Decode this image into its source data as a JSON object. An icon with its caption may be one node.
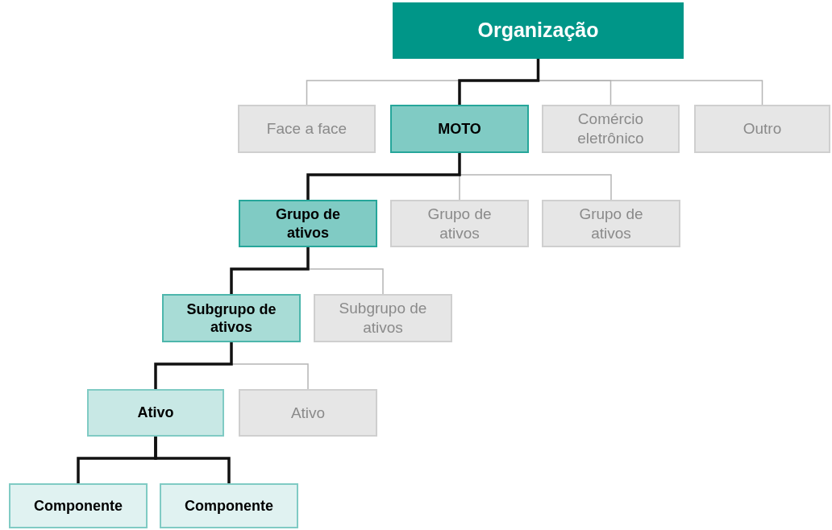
{
  "diagram": {
    "nodes": [
      {
        "text": [
          "Organização"
        ]
      },
      {
        "text": [
          "Face a face"
        ]
      },
      {
        "text": [
          "MOTO"
        ]
      },
      {
        "text": [
          "Comércio eletrônico"
        ]
      },
      {
        "text": [
          "Outro"
        ]
      },
      {
        "text": [
          "Grupo de ativos"
        ]
      },
      {
        "text": [
          "Grupo de ativos"
        ]
      },
      {
        "text": [
          "Grupo de ativos"
        ]
      },
      {
        "text": [
          "Subgrupo de ativos"
        ]
      },
      {
        "text": [
          "Subgrupo de ativos"
        ]
      },
      {
        "text": [
          "Ativo"
        ]
      },
      {
        "text": [
          "Ativo"
        ]
      },
      {
        "text": [
          "Componente"
        ]
      },
      {
        "text": [
          "Componente"
        ]
      }
    ],
    "edges": [
      {
        "from": 0,
        "to": 1,
        "arrow": "none"
      },
      {
        "from": 0,
        "to": 2,
        "arrow": "none",
        "style": "thick",
        "color": "#111111"
      },
      {
        "from": 0,
        "to": 3,
        "arrow": "none"
      },
      {
        "from": 0,
        "to": 4,
        "arrow": "none"
      },
      {
        "from": 2,
        "to": 5,
        "arrow": "none",
        "style": "thick",
        "color": "#111111"
      },
      {
        "from": 2,
        "to": 6,
        "arrow": "none"
      },
      {
        "from": 2,
        "to": 7,
        "arrow": "none"
      },
      {
        "from": 5,
        "to": 8,
        "arrow": "none",
        "style": "thick",
        "color": "#111111"
      },
      {
        "from": 5,
        "to": 9,
        "arrow": "none"
      },
      {
        "from": 8,
        "to": 10,
        "arrow": "none",
        "style": "thick",
        "color": "#111111"
      },
      {
        "from": 8,
        "to": 11,
        "arrow": "none"
      },
      {
        "from": 10,
        "to": 12,
        "arrow": "none",
        "style": "thick",
        "color": "#111111"
      },
      {
        "from": 10,
        "to": 13,
        "arrow": "none",
        "style": "thick",
        "color": "#111111"
      }
    ]
  }
}
